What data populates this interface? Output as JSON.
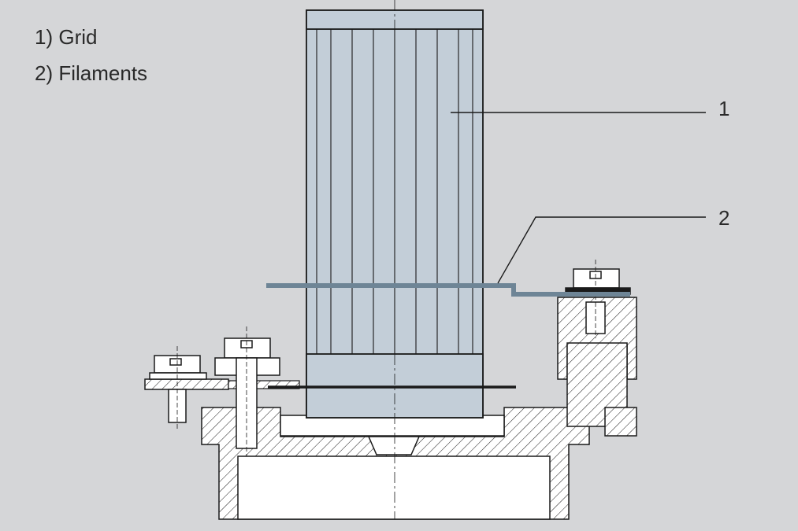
{
  "legend": {
    "items": [
      {
        "label": "1) Grid"
      },
      {
        "label": "2) Filaments"
      }
    ]
  },
  "callouts": [
    {
      "number": "1"
    },
    {
      "number": "2"
    }
  ],
  "colors": {
    "background": "#d5d6d8",
    "grid_fill": "#c3ced8",
    "filament": "#6e8596",
    "line": "#1a1a1a",
    "part_fill": "#ffffff"
  }
}
